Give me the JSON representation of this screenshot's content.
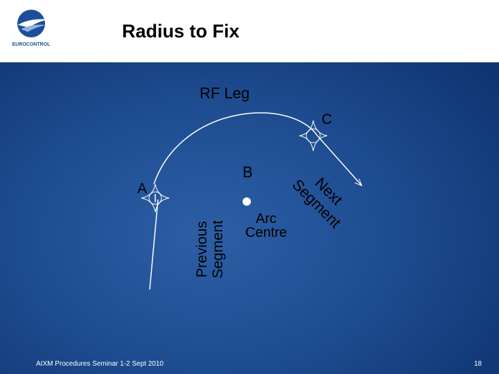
{
  "header": {
    "title": "Radius to Fix",
    "logo_text": "EUROCONTROL"
  },
  "diagram": {
    "rf_leg_label": "RF Leg",
    "point_a": "A",
    "point_b": "B",
    "point_c": "C",
    "arc_centre_line1": "Arc",
    "arc_centre_line2": "Centre",
    "previous_segment_line1": "Previous",
    "previous_segment_line2": "Segment",
    "next_segment_line1": "Next",
    "next_segment_line2": "Segment"
  },
  "footer": {
    "seminar": "AIXM Procedures Seminar 1-2 Sept 2010",
    "page_number": "18"
  },
  "colors": {
    "background_dark": "#0d2f66",
    "background_light": "#2d5fa6",
    "line": "#ffffff",
    "logo_blue": "#1b4f9b"
  }
}
